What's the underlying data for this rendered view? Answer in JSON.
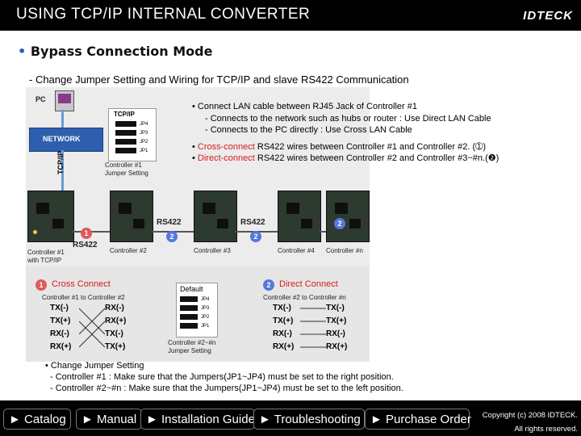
{
  "header": {
    "title": "USING TCP/IP INTERNAL CONVERTER",
    "logo": "IDTECK"
  },
  "section": {
    "bullet": "•",
    "title": "Bypass Connection Mode"
  },
  "subtitle": "- Change Jumper Setting and Wiring for TCP/IP and slave RS422 Communication",
  "notes": {
    "lan": "• Connect LAN cable between RJ45 Jack of Controller #1",
    "lan_sub1": "- Connects to the network such as hubs or router : Use Direct LAN Cable",
    "lan_sub2": "- Connects to the PC directly : Use Cross LAN Cable",
    "cross_prefix": "•",
    "cross_red": "Cross-connect",
    "cross_rest": "RS422 wires between Controller #1 and Controller #2. (➀)",
    "direct_prefix": "•",
    "direct_red": "Direct-connect",
    "direct_rest": "RS422 wires between Controller #2 and Controller #3~#n.(❷)"
  },
  "diagram": {
    "pc": "PC",
    "network": "NETWORK",
    "tcpip_vertical": "TCP/IP",
    "tcpip_box": "TCP/IP",
    "jp_labels": [
      "JP4",
      "JP3",
      "JP2",
      "JP1"
    ],
    "ctrl1_jumper": "Controller #1\nJumper Setting",
    "rs422_a": "RS422",
    "rs422_b": "RS422",
    "rs422_c": "RS422",
    "num1": "1",
    "num2": "2",
    "ctrl1": "Controller #1\nwith TCP/IP",
    "ctrl2": "Controller #2",
    "ctrl3": "Controller #3",
    "ctrl4": "Controller #4",
    "ctrln": "Controller #n",
    "cross": {
      "num": "1",
      "title": "Cross Connect",
      "header": "Controller #1 to Controller #2",
      "left": [
        "TX(-)",
        "TX(+)",
        "RX(-)",
        "RX(+)"
      ],
      "right": [
        "RX(-)",
        "RX(+)",
        "TX(-)",
        "TX(+)"
      ]
    },
    "default": {
      "title": "Default",
      "caption": "Controller #2~#n\nJumper Setting"
    },
    "direct": {
      "num": "2",
      "title": "Direct Connect",
      "header": "Controller #2 to Controller #n",
      "left": [
        "TX(-)",
        "TX(+)",
        "RX(-)",
        "RX(+)"
      ],
      "right": [
        "TX(-)",
        "TX(+)",
        "RX(-)",
        "RX(+)"
      ]
    }
  },
  "jumper_notes": {
    "title": "• Change Jumper Setting",
    "line1": "- Controller #1 : Make sure that the Jumpers(JP1~JP4) must be set to the right position.",
    "line2": "- Controller #2~#n : Make sure that the Jumpers(JP1~JP4) must be set to the left position."
  },
  "nav": {
    "catalog": "► Catalog",
    "manual": "► Manual",
    "install": "► Installation Guide",
    "trouble": "► Troubleshooting",
    "purchase": "► Purchase Order"
  },
  "copyright": {
    "line1": "Copyright (c) 2008 IDTECK.",
    "line2": "All rights reserved."
  },
  "colors": {
    "accent_red": "#d81b1b",
    "cross_circle": "#e05a5a",
    "direct_circle": "#5577dd",
    "network_blue": "#2e5fae"
  }
}
